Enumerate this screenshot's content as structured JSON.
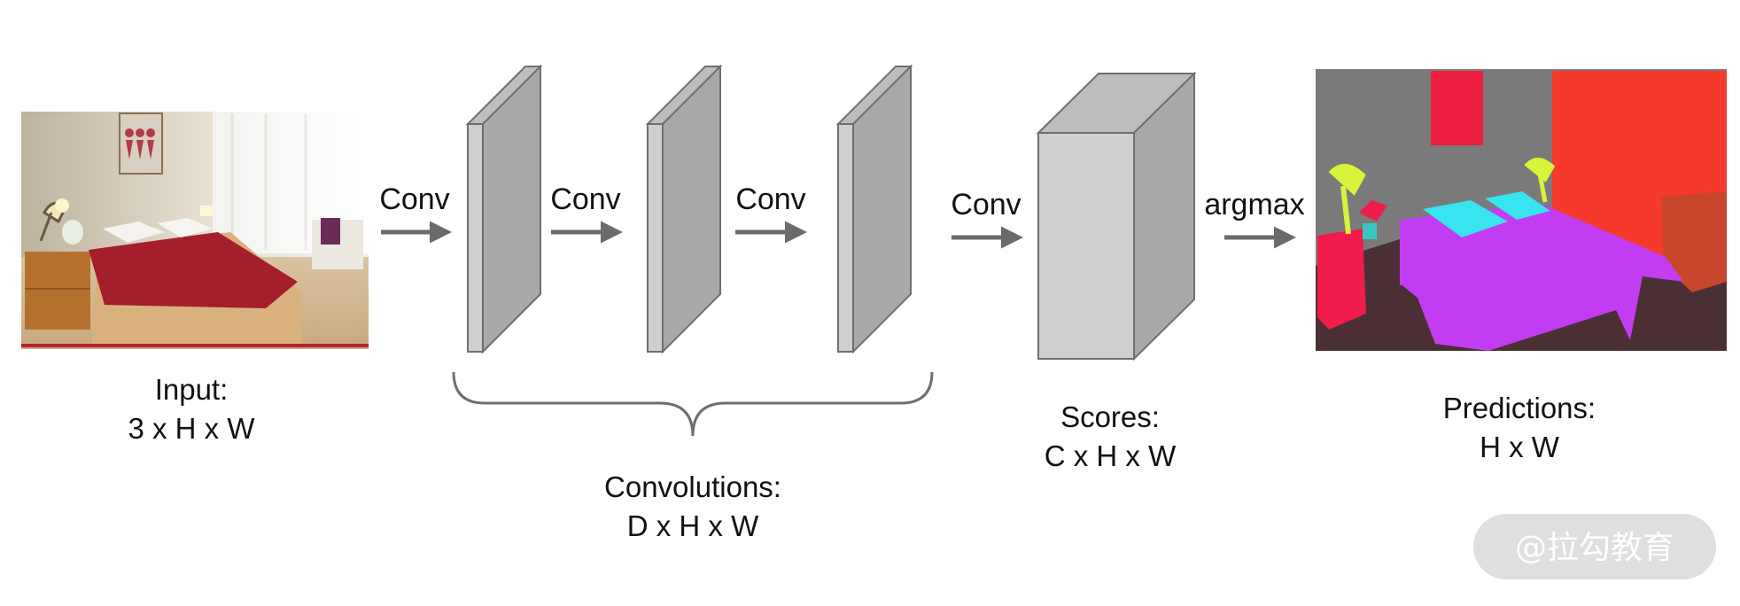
{
  "input": {
    "label_line1": "Input:",
    "label_line2": "3 x H x W"
  },
  "ops": {
    "conv1": "Conv",
    "conv2": "Conv",
    "conv3": "Conv",
    "conv4": "Conv",
    "argmax": "argmax"
  },
  "convolutions": {
    "label_line1": "Convolutions:",
    "label_line2": "D x H x W"
  },
  "scores": {
    "label_line1": "Scores:",
    "label_line2": "C x H x W"
  },
  "predictions": {
    "label_line1": "Predictions:",
    "label_line2": "H x W"
  },
  "watermark": "@拉勾教育",
  "colors": {
    "arrow": "#6b6b6b",
    "slab_front": "#cfcfcf",
    "slab_side": "#a9a9a9",
    "slab_stroke": "#6f6f6f",
    "seg_wall": "#7a7a7a",
    "seg_floor": "#4a3034",
    "seg_bed": "#c23cf2",
    "seg_pillow": "#38e4f0",
    "seg_lamp": "#d9f23a",
    "seg_nightstand": "#ef1c4c",
    "seg_wardrobe": "#f53a2b",
    "seg_cabinet": "#c8462c",
    "seg_picture": "#ec1f3f"
  }
}
